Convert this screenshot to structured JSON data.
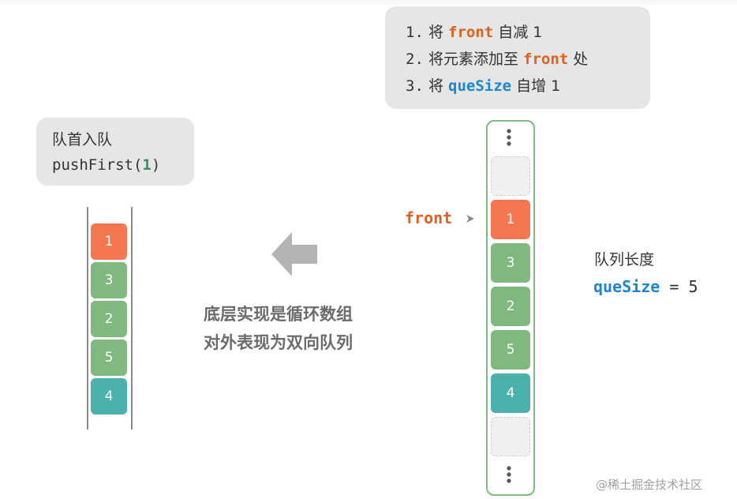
{
  "steps": [
    {
      "num": "1.",
      "pre": "将",
      "code": "front",
      "post": "自减 1"
    },
    {
      "num": "2.",
      "pre": "将元素添加至",
      "code": "front",
      "post": "处"
    },
    {
      "num": "3.",
      "pre": "将",
      "code": "queSize",
      "post": "自增 1"
    }
  ],
  "operation": {
    "title": "队首入队",
    "func_name": "pushFirst",
    "paren_open": "(",
    "arg": "1",
    "paren_close": ")"
  },
  "left_deque": {
    "cells": [
      "1",
      "3",
      "2",
      "5",
      "4"
    ]
  },
  "caption": {
    "line1": "底层实现是循环数组",
    "line2": "对外表现为双向队列"
  },
  "right_array": {
    "cells": [
      "",
      "1",
      "3",
      "2",
      "5",
      "4",
      ""
    ]
  },
  "front_pointer": {
    "label": "front"
  },
  "length_info": {
    "title": "队列长度",
    "var": "queSize",
    "equals": "=",
    "value": "5"
  },
  "watermark": "@稀土掘金技术社区",
  "colors": {
    "front_orange": "#e35f1c",
    "size_blue": "#1c86d1",
    "head_cell": "#f4774f",
    "body_cell": "#7fb97f",
    "tail_cell": "#4db1ab",
    "box_gray": "#e6e6e6",
    "array_border": "#7fba7f"
  },
  "icons": {
    "arrow": "arrow-left-icon",
    "ellipsis": "vertical-ellipsis-icon"
  }
}
